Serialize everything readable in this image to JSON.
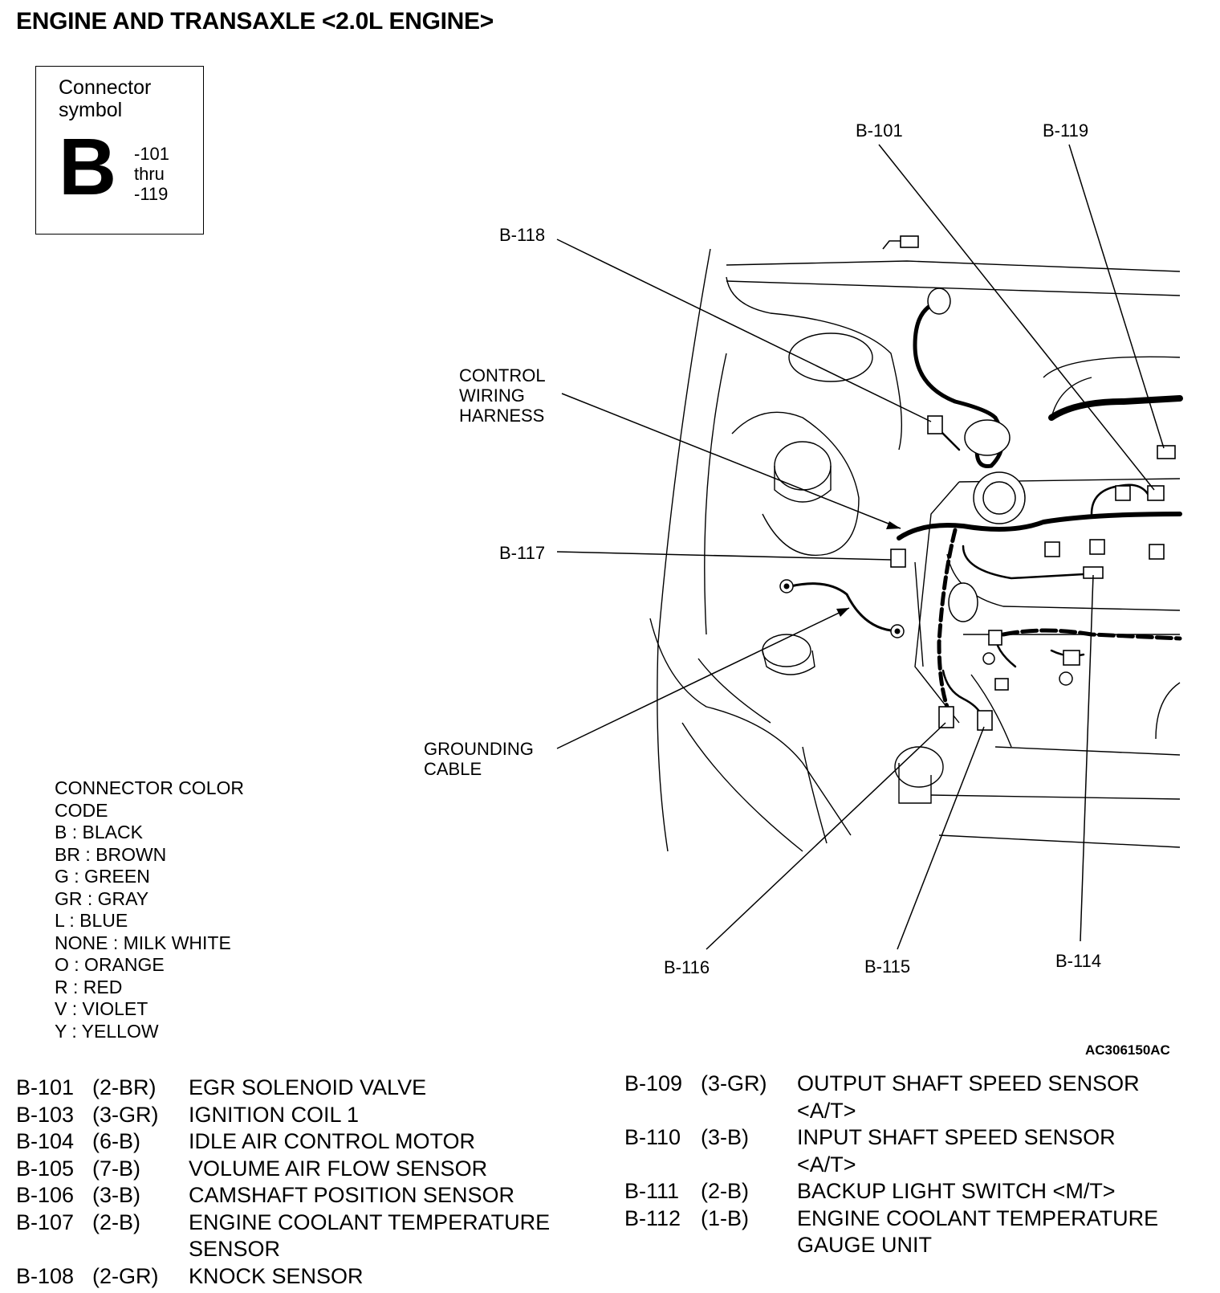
{
  "title": "ENGINE AND TRANSAXLE <2.0L ENGINE>",
  "symbol_box": {
    "caption_line1": "Connector",
    "caption_line2": "symbol",
    "letter": "B",
    "range_line1": "-101",
    "range_line2": "thru",
    "range_line3": "-119"
  },
  "callouts": {
    "b101": "B-101",
    "b119": "B-119",
    "b118": "B-118",
    "harness_line1": "CONTROL",
    "harness_line2": "WIRING",
    "harness_line3": "HARNESS",
    "b117": "B-117",
    "ground_line1": "GROUNDING",
    "ground_line2": "CABLE",
    "b116": "B-116",
    "b115": "B-115",
    "b114": "B-114"
  },
  "color_legend": {
    "heading_line1": "CONNECTOR COLOR",
    "heading_line2": "CODE",
    "items": [
      "B : BLACK",
      "BR : BROWN",
      "G : GREEN",
      "GR : GRAY",
      "L : BLUE",
      "NONE : MILK WHITE",
      "O : ORANGE",
      "R : RED",
      "V : VIOLET",
      "Y : YELLOW"
    ]
  },
  "reference_code": "AC306150AC",
  "connectors_left": [
    {
      "id": "B-101",
      "code": "(2-BR)",
      "desc": "EGR SOLENOID VALVE",
      "desc2": ""
    },
    {
      "id": "B-103",
      "code": "(3-GR)",
      "desc": "IGNITION COIL 1",
      "desc2": ""
    },
    {
      "id": "B-104",
      "code": "(6-B)",
      "desc": "IDLE AIR CONTROL MOTOR",
      "desc2": ""
    },
    {
      "id": "B-105",
      "code": "(7-B)",
      "desc": "VOLUME AIR FLOW SENSOR",
      "desc2": ""
    },
    {
      "id": "B-106",
      "code": "(3-B)",
      "desc": "CAMSHAFT POSITION SENSOR",
      "desc2": ""
    },
    {
      "id": "B-107",
      "code": "(2-B)",
      "desc": "ENGINE COOLANT TEMPERATURE",
      "desc2": "SENSOR"
    },
    {
      "id": "B-108",
      "code": "(2-GR)",
      "desc": "KNOCK SENSOR",
      "desc2": ""
    }
  ],
  "connectors_right": [
    {
      "id": "B-109",
      "code": "(3-GR)",
      "desc": "OUTPUT SHAFT SPEED SENSOR",
      "desc2": "<A/T>"
    },
    {
      "id": "B-110",
      "code": "(3-B)",
      "desc": "INPUT SHAFT SPEED SENSOR",
      "desc2": "<A/T>"
    },
    {
      "id": "B-111",
      "code": "(2-B)",
      "desc": "BACKUP LIGHT SWITCH <M/T>",
      "desc2": ""
    },
    {
      "id": "B-112",
      "code": "(1-B)",
      "desc": "ENGINE COOLANT TEMPERATURE",
      "desc2": "GAUGE UNIT"
    }
  ]
}
